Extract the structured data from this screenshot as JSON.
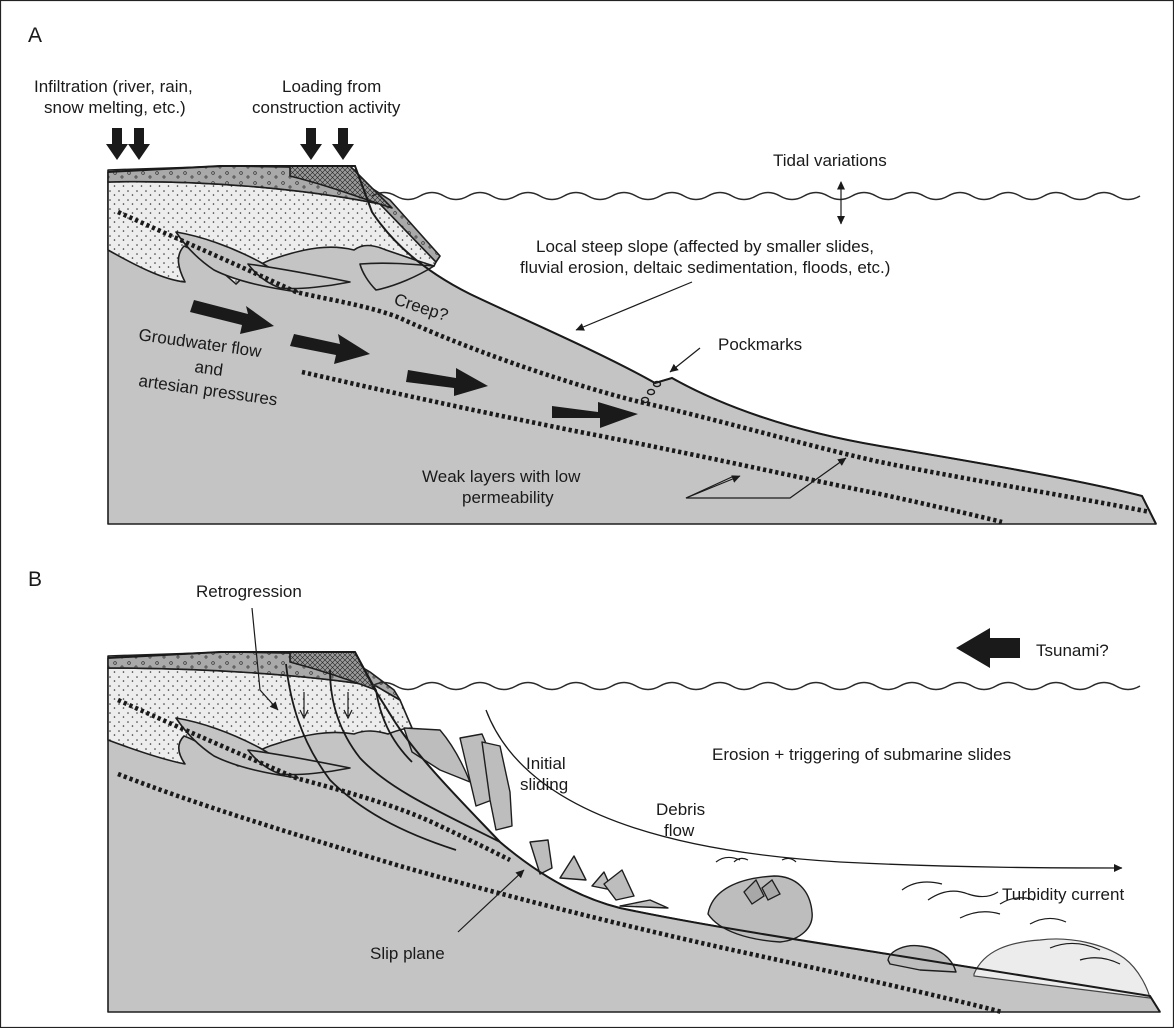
{
  "panels": {
    "a": {
      "letter": "A",
      "infiltration_l1": "Infiltration (river, rain,",
      "infiltration_l2": "snow melting, etc.)",
      "loading_l1": "Loading from",
      "loading_l2": "construction activity",
      "tidal": "Tidal variations",
      "steep_l1": "Local steep slope (affected by smaller slides,",
      "steep_l2": "fluvial erosion, deltaic sedimentation, floods, etc.)",
      "creep": "Creep?",
      "pockmarks": "Pockmarks",
      "gw_l1": "Groudwater flow",
      "gw_l2": "and",
      "gw_l3": "artesian pressures",
      "weak_l1": "Weak layers with low",
      "weak_l2": "permeability"
    },
    "b": {
      "letter": "B",
      "retrogression": "Retrogression",
      "tsunami": "Tsunami?",
      "erosion": "Erosion + triggering of submarine slides",
      "initial_l1": "Initial",
      "initial_l2": "sliding",
      "debris_l1": "Debris",
      "debris_l2": "flow",
      "turbidity": "Turbidity current",
      "slip": "Slip plane"
    }
  },
  "colors": {
    "ground": "#c4c4c4",
    "line": "#1a1a1a",
    "background": "#ffffff"
  }
}
